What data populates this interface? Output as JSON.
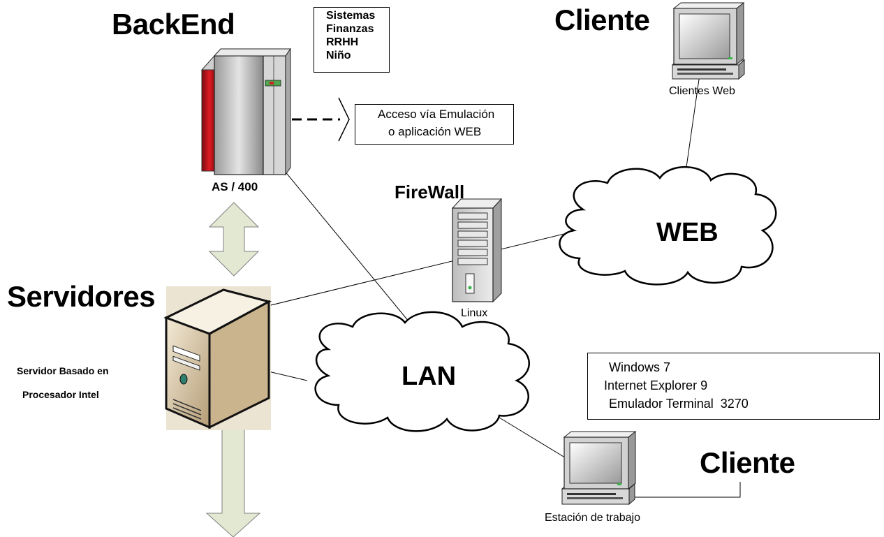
{
  "backend": {
    "title": "BackEnd",
    "host_label": "AS / 400",
    "modules": [
      "Sistemas",
      "Finanzas",
      "RRHH",
      "Niño"
    ],
    "access_note": [
      "Acceso vía Emulación",
      "o aplicación WEB"
    ]
  },
  "client_web": {
    "title": "Cliente",
    "label": "Clientes Web"
  },
  "firewall": {
    "title": "FireWall",
    "os_label": "Linux"
  },
  "web_cloud": {
    "label": "WEB"
  },
  "lan_cloud": {
    "label": "LAN"
  },
  "servers": {
    "title": "Servidores",
    "description": [
      "Servidor Basado en",
      "Procesador Intel"
    ]
  },
  "workstation": {
    "title": "Cliente",
    "label": "Estación de trabajo",
    "software": [
      "Windows 7",
      "Internet Explorer 9",
      "Emulador Terminal  3270"
    ]
  },
  "colors": {
    "arrow_fill": "#e3e8d2",
    "cloud_fill": "#ffffff",
    "as400_red": "#c8141e",
    "server_tan": "#d9c7a6",
    "device_gray": "#c8c8c8"
  }
}
